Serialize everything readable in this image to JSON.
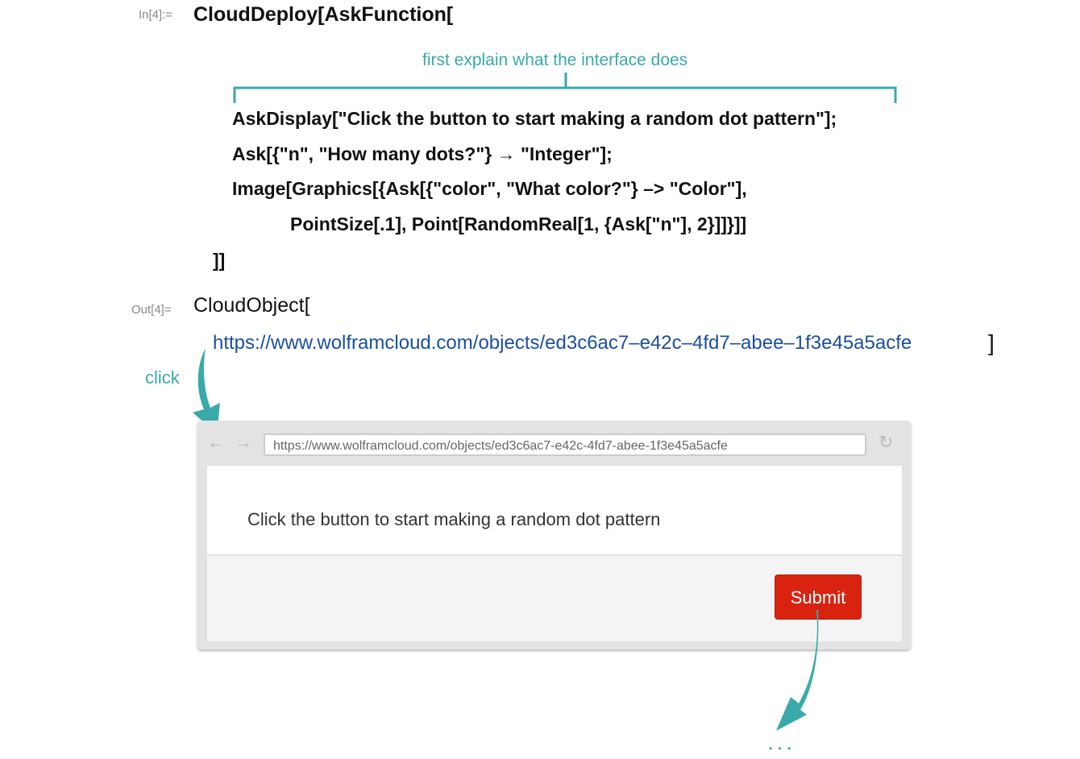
{
  "input": {
    "label": "In[4]:=",
    "lines": [
      "CloudDeploy[AskFunction[",
      "AskDisplay[\"Click the button to start making a random dot pattern\"];",
      "Ask[{\"n\", \"How many dots?\"} → \"Integer\"];",
      "Image[Graphics[{Ask[{\"color\", \"What color?\"}  –> \"Color\"],",
      "PointSize[.1], Point[RandomReal[1, {Ask[\"n\"], 2}]]}]]",
      "]]"
    ]
  },
  "annotations": {
    "explain": "first explain what the interface does",
    "click": "click",
    "ellipsis": "• • •"
  },
  "output": {
    "label": "Out[4]=",
    "head": "CloudObject[",
    "url": "https://www.wolframcloud.com/objects/ed3c6ac7–e42c–4fd7–abee–1f3e45a5acfe",
    "close": "]"
  },
  "browser": {
    "back_icon": "←",
    "forward_icon": "→",
    "reload_icon": "↻",
    "url": "https://www.wolframcloud.com/objects/ed3c6ac7-e42c-4fd7-abee-1f3e45a5acfe",
    "message": "Click the button to start making a random dot pattern",
    "submit_label": "Submit"
  },
  "colors": {
    "accent": "#3aa9a9",
    "submit": "#d9230f",
    "link": "#1a4fa0"
  }
}
